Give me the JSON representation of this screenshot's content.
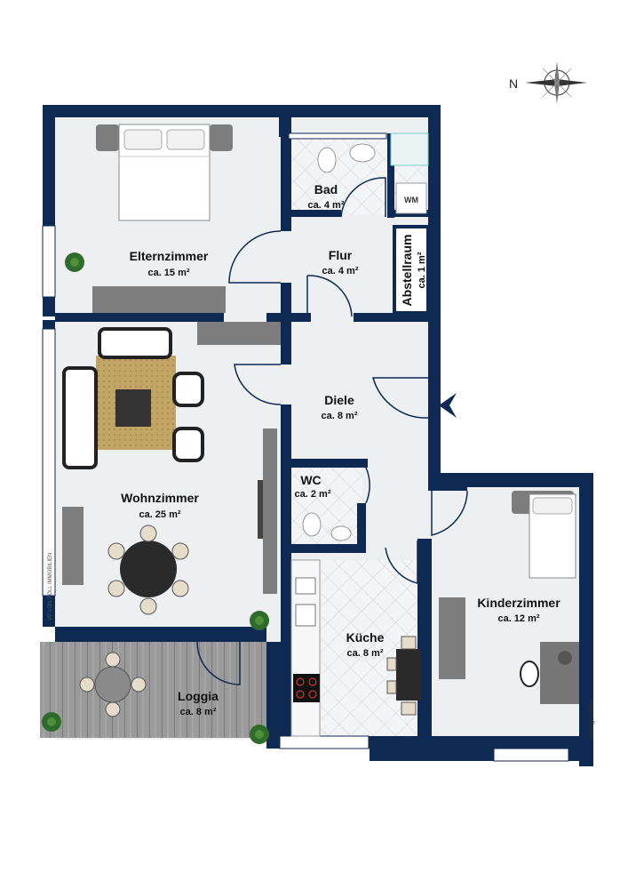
{
  "compass": {
    "label": "N",
    "icon": "compass-rose-icon"
  },
  "colors": {
    "wall": "#0f2a52",
    "floor": "#eeeff1",
    "tile": "#dfe3e8",
    "deck": "#8f8f8f",
    "furniture_dark": "#2a2a2a",
    "furniture_grey": "#7d7d7d",
    "rug": "#b89b57",
    "plant": "#2f6b2a"
  },
  "rooms": {
    "eltern": {
      "name": "Elternzimmer",
      "area": "ca. 15 m²"
    },
    "bad": {
      "name": "Bad",
      "area": "ca. 4 m²"
    },
    "wm": {
      "label": "WM"
    },
    "flur": {
      "name": "Flur",
      "area": "ca. 4 m²"
    },
    "abstell": {
      "name": "Abstellraum",
      "area": "ca. 1 m²"
    },
    "diele": {
      "name": "Diele",
      "area": "ca. 8 m²"
    },
    "wohn": {
      "name": "Wohnzimmer",
      "area": "ca. 25 m²"
    },
    "wc": {
      "name": "WC",
      "area": "ca. 2 m²"
    },
    "kueche": {
      "name": "Küche",
      "area": "ca. 8 m²"
    },
    "kinder": {
      "name": "Kinderzimmer",
      "area": "ca. 12 m²"
    },
    "loggia": {
      "name": "Loggia",
      "area": "ca. 8 m²"
    }
  },
  "logo": {
    "text": "VP VON POLL IMMOBILIEN"
  },
  "credit": {
    "text": "Immogrundriss"
  },
  "entrance": {
    "icon": "entrance-arrow-icon"
  }
}
